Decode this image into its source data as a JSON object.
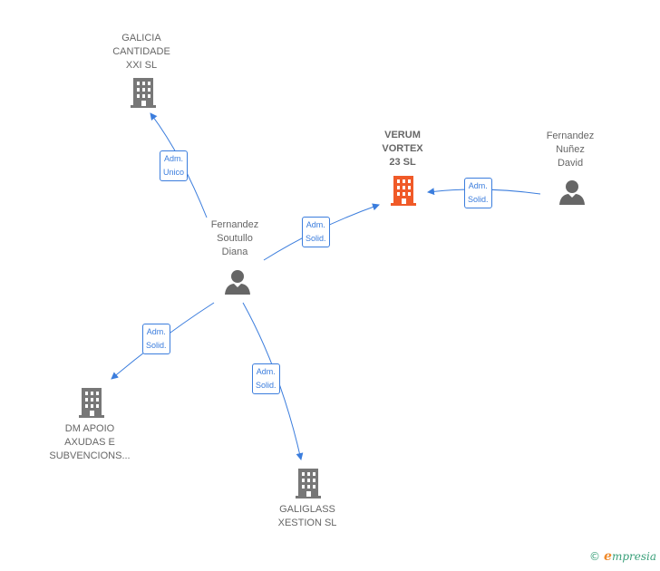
{
  "colors": {
    "edge": "#3b7ddd",
    "building": "#777777",
    "main_building": "#f05a28",
    "person": "#666666"
  },
  "nodes": {
    "galicia": {
      "lines": [
        "GALICIA",
        "CANTIDADE",
        "XXI  SL"
      ],
      "icon": "building-icon"
    },
    "verum": {
      "lines": [
        "VERUM",
        "VORTEX",
        "23  SL"
      ],
      "icon": "building-icon"
    },
    "fernandez_nunez": {
      "lines": [
        "Fernandez",
        "Nuñez",
        "David"
      ],
      "icon": "person-icon"
    },
    "fernandez_soutullo": {
      "lines": [
        "Fernandez",
        "Soutullo",
        "Diana"
      ],
      "icon": "person-icon"
    },
    "dm_apoio": {
      "lines": [
        "DM APOIO",
        "AXUDAS E",
        "SUBVENCIONS..."
      ],
      "icon": "building-icon"
    },
    "galiglass": {
      "lines": [
        "GALIGLASS",
        "XESTION  SL"
      ],
      "icon": "building-icon"
    }
  },
  "relations": {
    "adm_unico": {
      "lines": [
        "Adm.",
        "Unico"
      ]
    },
    "adm_solid_verum": {
      "lines": [
        "Adm.",
        "Solid."
      ]
    },
    "adm_solid_nunez": {
      "lines": [
        "Adm.",
        "Solid."
      ]
    },
    "adm_solid_dm": {
      "lines": [
        "Adm.",
        "Solid."
      ]
    },
    "adm_solid_galiglass": {
      "lines": [
        "Adm.",
        "Solid."
      ]
    }
  },
  "footer": {
    "copyright": "©",
    "brand_initial": "e",
    "brand_rest": "mpresia"
  }
}
